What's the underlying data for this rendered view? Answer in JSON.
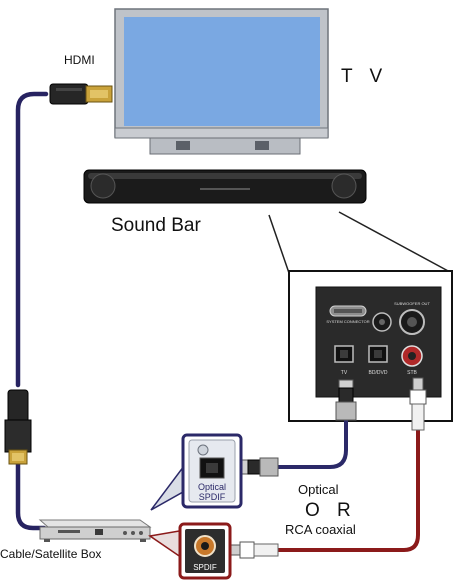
{
  "labels": {
    "hdmi": "HDMI",
    "tv": "T V",
    "sound_bar": "Sound Bar",
    "optical": "Optical",
    "or": "O R",
    "rca_coaxial": "RCA coaxial",
    "cable_box": "Cable/Satellite Box"
  },
  "panel": {
    "system_connector": "SYSTEM CONNECTOR",
    "subwoofer_out": "SUBWOOFER OUT",
    "tv": "TV",
    "bd_dvd": "BD/DVD",
    "stb": "STB"
  },
  "callouts": {
    "optical_line1": "Optical",
    "optical_line2": "SPDIF",
    "spdif": "SPDIF"
  },
  "colors": {
    "hdmi_cable": "#272361",
    "optical_cable": "#2b2968",
    "rca_cable": "#8b1a1a",
    "tv_screen": "#7aa8e2",
    "panel_bg": "#2a2a2a"
  }
}
